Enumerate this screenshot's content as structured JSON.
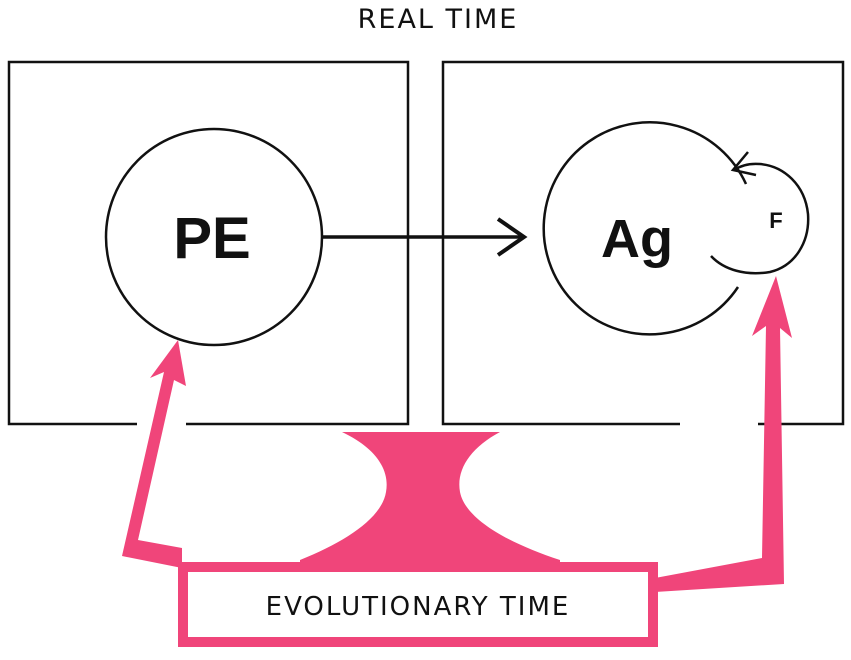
{
  "diagram": {
    "title": "REAL TIME",
    "nodes": {
      "pe": "PE",
      "ag": "Ag",
      "f": "F"
    },
    "bottom_label": "EVOLUTIONARY TIME",
    "colors": {
      "line": "#111111",
      "accent": "#f0457a",
      "background": "#ffffff"
    }
  }
}
